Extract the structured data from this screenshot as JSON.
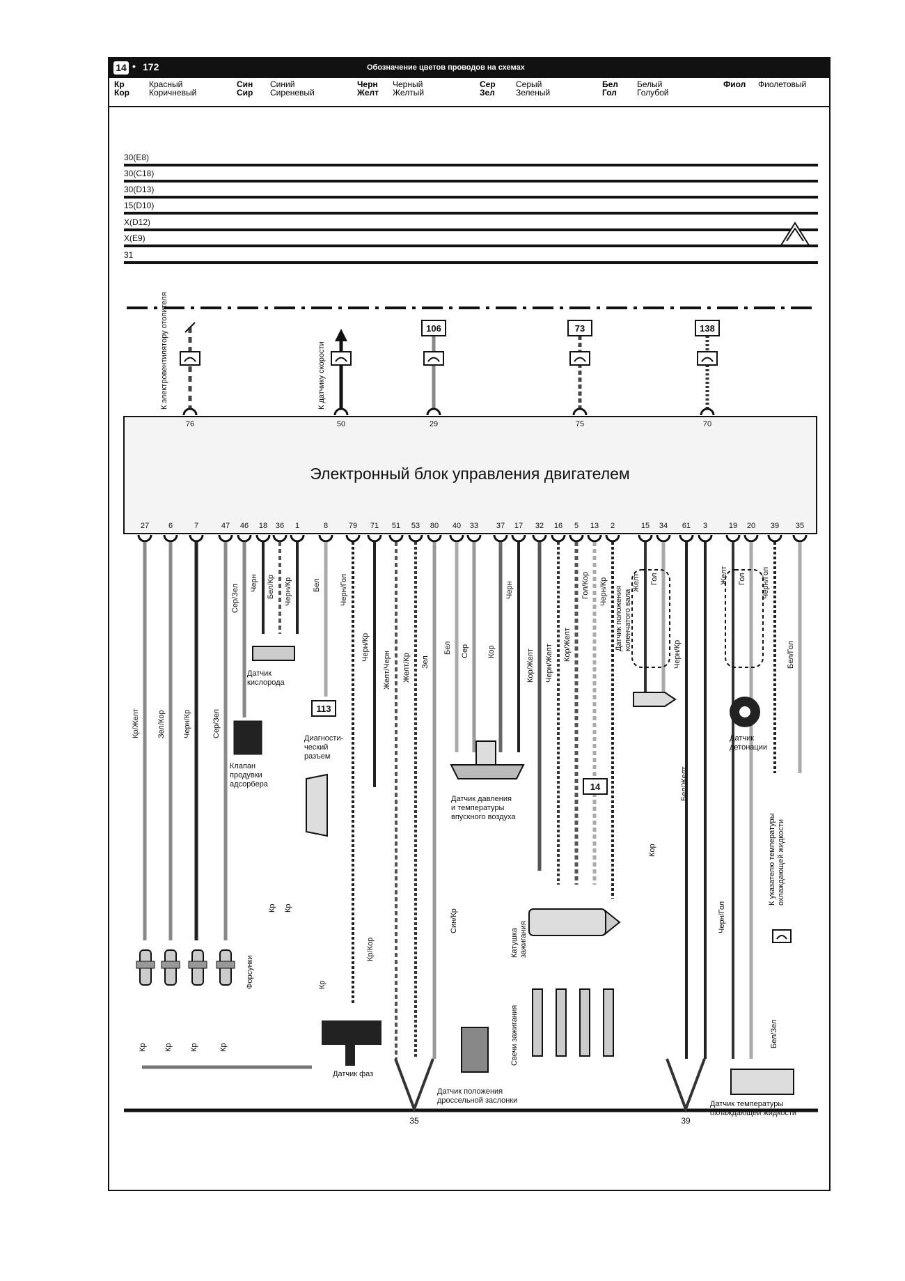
{
  "header": {
    "chapter": "14",
    "bullet": "•",
    "page": "172",
    "title": "Обозначение цветов проводов на схемах"
  },
  "legend": [
    {
      "a1": "Кр",
      "a2": "Кор",
      "n1": "Красный",
      "n2": "Коричневый"
    },
    {
      "a1": "Син",
      "a2": "Сир",
      "n1": "Синий",
      "n2": "Сиреневый"
    },
    {
      "a1": "Черн",
      "a2": "Желт",
      "n1": "Черный",
      "n2": "Желтый"
    },
    {
      "a1": "Сер",
      "a2": "Зел",
      "n1": "Серый",
      "n2": "Зеленый"
    },
    {
      "a1": "Бел",
      "a2": "Гол",
      "n1": "Белый",
      "n2": "Голубой"
    },
    {
      "a1": "Фиол",
      "a2": "",
      "n1": "Фиолетовый",
      "n2": ""
    }
  ],
  "buses": [
    "30(E8)",
    "30(C18)",
    "30(D13)",
    "15(D10)",
    "X(D12)",
    "X(E9)",
    "31"
  ],
  "ecu": {
    "title": "Электронный блок управления двигателем",
    "top_pins": [
      "76",
      "50",
      "29",
      "75",
      "70"
    ],
    "bottom_pins": [
      "27",
      "6",
      "7",
      "47",
      "46",
      "18",
      "36",
      "1",
      "8",
      "79",
      "71",
      "51",
      "53",
      "80",
      "40",
      "33",
      "37",
      "17",
      "32",
      "16",
      "5",
      "13",
      "2",
      "15",
      "34",
      "61",
      "3",
      "19",
      "20",
      "39",
      "35"
    ]
  },
  "refs": {
    "r106": "106",
    "r73": "73",
    "r138": "138",
    "r113": "113",
    "r14": "14"
  },
  "top_labels": {
    "fan": "К электровентилятору отопителя",
    "speed": "К датчику скорости"
  },
  "components": {
    "oxygen": [
      "Датчик",
      "кислорода"
    ],
    "diag": [
      "Диагности-",
      "ческий",
      "разъем"
    ],
    "canister": [
      "Клапан",
      "продувки",
      "адсорбера"
    ],
    "injectors": "Форсунки",
    "phase": "Датчик фаз",
    "map": [
      "Датчик давления",
      "и температуры",
      "впускного воздуха"
    ],
    "coil": [
      "Катушка",
      "зажигания"
    ],
    "plugs": "Свечи зажигания",
    "tps": [
      "Датчик положения",
      "дроссельной заслонки"
    ],
    "crank": [
      "Датчик положения",
      "коленчатого вала"
    ],
    "knock": [
      "Датчик",
      "детонации"
    ],
    "coolant": [
      "Датчик температуры",
      "охлаждающей жидкости"
    ],
    "gauge": [
      "К указателю температуры",
      "охлаждающей жидкости"
    ]
  },
  "wires": {
    "w27": "Кр/Желт",
    "w6": "Зел/Кор",
    "w7": "Черн/Кр",
    "w47": "Сер/Зел",
    "w46": "Сер/Зел",
    "w18": "Черн",
    "w36": "Бел/Кр",
    "w1": "Черн/Кр",
    "w8": "Бел",
    "w79": "Черн/Гол",
    "w71": "Черн/Кр",
    "w51": "Желт/Черн",
    "w53": "Желт/Кр",
    "w80": "Зел",
    "w40": "Бел",
    "w33": "Сер",
    "w37": "Кор",
    "w17": "Черн",
    "w32": "Кор/Желт",
    "w16": "Черн/Желт",
    "w5": "Кор/Желт",
    "w13": "Гол/Кор",
    "w2": "Черн/Кр",
    "w15": "Желт",
    "w34": "Гол",
    "w61": "Черн/Кр",
    "w19": "Желт",
    "w20": "Гол",
    "w39": "Черн/Гол",
    "w35": "Бел/Гол",
    "kr": "Кр",
    "krkor": "Кр/Кор",
    "sinkr": "Син/Кр",
    "belzhelt": "Бел/Желт",
    "kor": "Кор",
    "chernhol": "Черн/Гол",
    "belzel": "Бел/Зел"
  },
  "grounds": {
    "g35": "35",
    "g39": "39"
  }
}
